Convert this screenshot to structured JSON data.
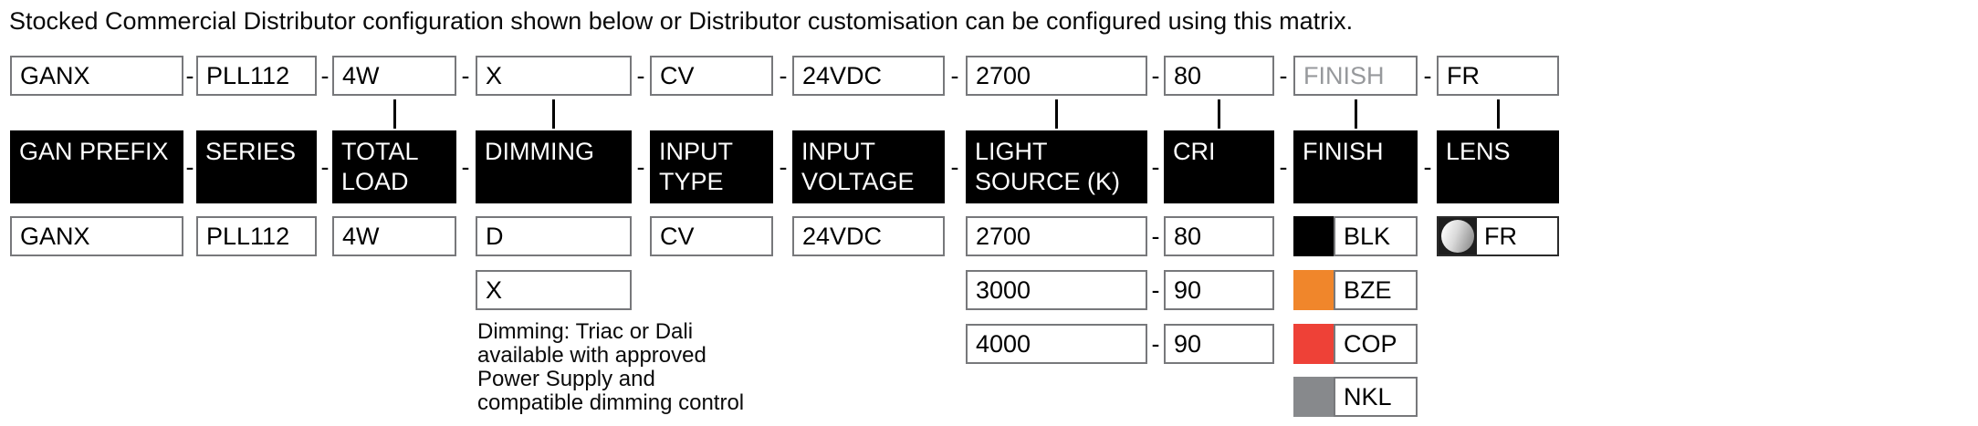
{
  "title": "Stocked Commercial Distributor configuration shown below or Distributor customisation can be configured using this matrix.",
  "separator": "-",
  "columns": [
    {
      "header": "GAN PREFIX",
      "code": "GANX",
      "options": [
        "GANX"
      ]
    },
    {
      "header": "SERIES",
      "code": "PLL112",
      "options": [
        "PLL112"
      ]
    },
    {
      "header": "TOTAL LOAD",
      "code": "4W",
      "options": [
        "4W"
      ]
    },
    {
      "header": "DIMMING",
      "code": "X",
      "options": [
        "D",
        "X"
      ]
    },
    {
      "header": "INPUT TYPE",
      "code": "CV",
      "options": [
        "CV"
      ]
    },
    {
      "header": "INPUT VOLTAGE",
      "code": "24VDC",
      "options": [
        "24VDC"
      ]
    },
    {
      "header": "LIGHT SOURCE (K)",
      "code": "2700",
      "options": [
        "2700",
        "3000",
        "4000"
      ]
    },
    {
      "header": "CRI",
      "code": "80",
      "options": [
        "80",
        "90",
        "90"
      ]
    },
    {
      "header": "FINISH",
      "code": "FINISH",
      "finishes": [
        {
          "code": "BLK",
          "color": "#000000"
        },
        {
          "code": "BZE",
          "color": "#F0862B"
        },
        {
          "code": "COP",
          "color": "#EE4137"
        },
        {
          "code": "NKL",
          "color": "#87898C"
        }
      ]
    },
    {
      "header": "LENS",
      "code": "FR",
      "options": [
        "FR"
      ]
    }
  ],
  "dimming_note": {
    "lines": [
      "Dimming: Triac or Dali",
      "available with approved",
      "Power Supply and",
      "compatible dimming control"
    ]
  },
  "colors": {
    "box_border": "#77787B",
    "header_bg": "#000000",
    "finish_placeholder_text": "#97999C",
    "lens_square_bg": "#1E1E1E"
  }
}
